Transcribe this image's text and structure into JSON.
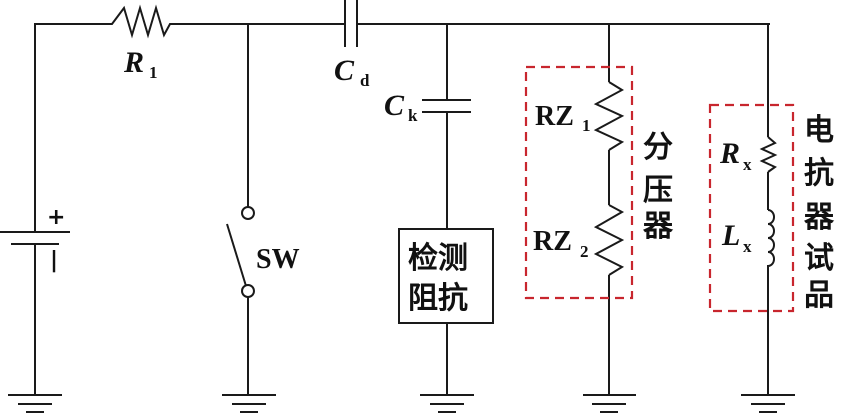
{
  "diagram": {
    "type": "circuit-schematic",
    "components": {
      "resistor_r1": {
        "label": "R",
        "sub": "1"
      },
      "capacitor_cd": {
        "label": "C",
        "sub": "d"
      },
      "capacitor_ck": {
        "label": "C",
        "sub": "k"
      },
      "switch": {
        "label": "SW"
      },
      "dc_source": {
        "plus": "+",
        "minus": "|"
      },
      "detection_impedance": {
        "line1": "检测",
        "line2": "阻抗"
      },
      "divider_rz1": {
        "label": "RZ",
        "sub": "1"
      },
      "divider_rz2": {
        "label": "RZ",
        "sub": "2"
      },
      "reactor_rx": {
        "label": "R",
        "sub": "x"
      },
      "reactor_lx": {
        "label": "L",
        "sub": "x"
      }
    },
    "groups": {
      "voltage_divider": {
        "label_chars": [
          "分",
          "压",
          "器"
        ]
      },
      "reactor_sample": {
        "label_chars": [
          "电",
          "抗",
          "器",
          "试",
          "品"
        ]
      }
    },
    "colors": {
      "wire": "#1a1a1a",
      "group_outline": "#c8262e"
    }
  }
}
